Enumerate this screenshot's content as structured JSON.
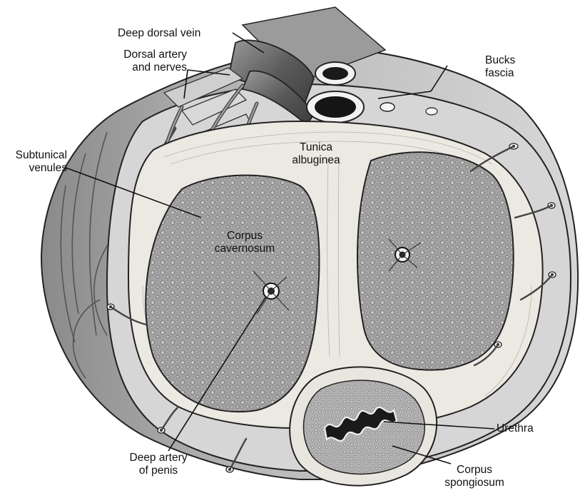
{
  "labels": {
    "deep_dorsal_vein": "Deep dorsal vein",
    "dorsal_artery": [
      "Dorsal artery",
      "and nerves"
    ],
    "bucks_fascia": [
      "Bucks",
      "fascia"
    ],
    "subtunical_venules": [
      "Subtunical",
      "venules"
    ],
    "tunica_albuginea": [
      "Tunica",
      "albuginea"
    ],
    "corpus_cavernosum": [
      "Corpus",
      "cavernosum"
    ],
    "urethra": "Urethra",
    "deep_artery": [
      "Deep artery",
      "of penis"
    ],
    "corpus_spongiosum": [
      "Corpus",
      "spongiosum"
    ]
  },
  "colors": {
    "outline": "#222222",
    "erectile_tissue": "#9a9a9a",
    "tunica": "#e6e3dc",
    "fascia": "#d2d2d2",
    "vessel": "#6e6e6e"
  }
}
